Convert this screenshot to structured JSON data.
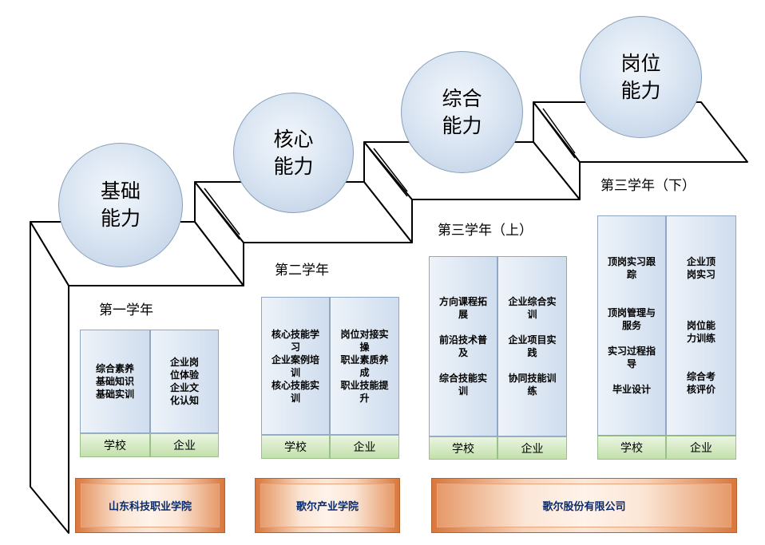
{
  "abilities": [
    {
      "label": "基础能力"
    },
    {
      "label": "核心能力"
    },
    {
      "label": "综合能力"
    },
    {
      "label": "岗位能力"
    }
  ],
  "years": [
    {
      "label": "第一学年"
    },
    {
      "label": "第二学年"
    },
    {
      "label": "第三学年（上）"
    },
    {
      "label": "第三学年（下）"
    }
  ],
  "stages": [
    {
      "school_content": "综合素养\n基础知识\n基础实训",
      "enterprise_content": "企业岗\n位体验\n企业文\n化认知",
      "school_tag": "学校",
      "enterprise_tag": "企业"
    },
    {
      "school_content": "核心技能学\n习\n企业案例培\n训\n核心技能实\n训",
      "enterprise_content": "岗位对接实\n操\n职业素质养\n成\n职业技能提\n升",
      "school_tag": "学校",
      "enterprise_tag": "企业"
    },
    {
      "school_content": "方向课程拓\n展\n\n前沿技术普\n及\n\n综合技能实\n训",
      "enterprise_content": "企业综合实\n训\n\n企业项目实\n践\n\n协同技能训\n练",
      "school_tag": "学校",
      "enterprise_tag": "企业"
    },
    {
      "school_content": "顶岗实习跟\n踪\n\n\n顶岗管理与\n服务\n\n实习过程指\n导\n\n毕业设计",
      "enterprise_content": "企业顶\n岗实习\n\n\n\n岗位能\n力训练\n\n\n综合考\n核评价",
      "school_tag": "学校",
      "enterprise_tag": "企业"
    }
  ],
  "institutions": [
    {
      "label": "山东科技职业学院"
    },
    {
      "label": "歌尔产业学院"
    },
    {
      "label": "歌尔股份有限公司"
    }
  ]
}
